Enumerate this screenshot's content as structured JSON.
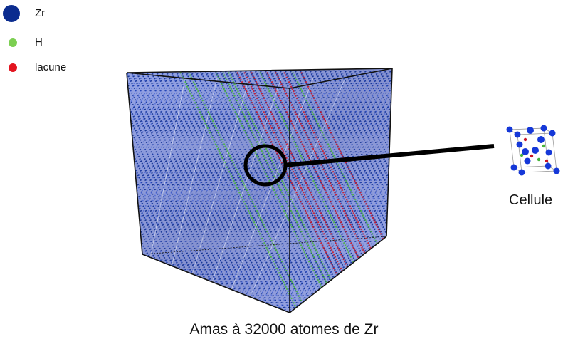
{
  "legend": [
    {
      "label": "Zr",
      "color": "#0b2c8f"
    },
    {
      "label": "H",
      "color": "#7ccf52"
    },
    {
      "label": "lacune",
      "color": "#e3141f"
    }
  ],
  "caption": "Amas à 32000 atomes de Zr",
  "cell_label": "Cellule",
  "colors": {
    "zr": "#0b2c8f",
    "zr_light": "#2f52d6",
    "h": "#47b43a",
    "vacancy": "#c81426",
    "edge": "#000000"
  }
}
